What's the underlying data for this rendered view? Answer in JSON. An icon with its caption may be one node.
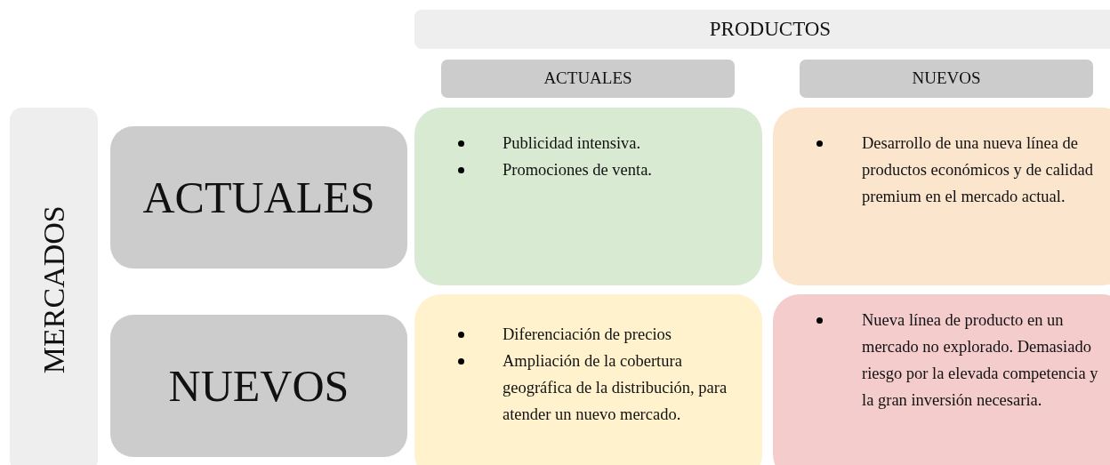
{
  "diagram": {
    "nodes": [
      {
        "text": [
          "PRODUCTOS"
        ]
      },
      {
        "text": [
          "ACTUALES"
        ]
      },
      {
        "text": [
          "NUEVOS"
        ]
      },
      {
        "text": [
          "MERCADOS"
        ]
      },
      {
        "text": [
          "ACTUALES"
        ]
      },
      {
        "text": [
          "Publicidad intensiva.",
          "Promociones de venta."
        ]
      },
      {
        "text": [
          "Desarrollo de una nueva línea de productos económicos y de calidad premium en el mercado actual."
        ]
      },
      {
        "text": [
          "NUEVOS"
        ]
      },
      {
        "text": [
          "Diferenciación de precios",
          "Ampliación de la cobertura geográfica de la distribución, para atender un nuevo mercado."
        ]
      },
      {
        "text": [
          "Nueva línea de producto en un mercado no explorado. Demasiado riesgo por la elevada competencia y la gran inversión necesaria."
        ]
      }
    ]
  }
}
